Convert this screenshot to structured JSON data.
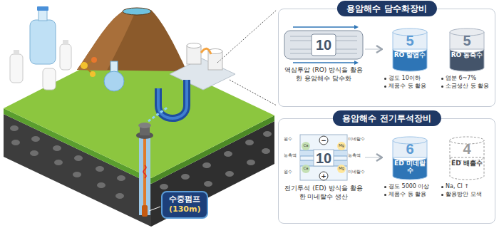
{
  "diagram": {
    "nodes": [
      {
        "text": [
          "용암해수 담수화장비"
        ]
      },
      {
        "text": [
          "10",
          "역삼투압 (RO) 방식을 활용한 용암해수 담수화"
        ],
        "in": 0
      },
      {
        "text": [
          "5",
          "RO 탈염수",
          "경도 10이하",
          "제품수 등 활용"
        ],
        "in": 0
      },
      {
        "text": [
          "5",
          "RO 농축수",
          "염분 6~7%",
          "소금생산 등 활용"
        ],
        "in": 0
      },
      {
        "text": [
          "용암해수 전기투석장비"
        ]
      },
      {
        "text": [
          "10",
          "전기투석 (ED) 방식을 활용한 미네랄수 생산"
        ],
        "in": 4
      },
      {
        "text": [
          "6",
          "ED 미네랄수",
          "경도 5000 이상",
          "제품수 등 활용"
        ],
        "in": 4
      },
      {
        "text": [
          "4",
          "ED 배출수",
          "Na, Cl ↑",
          "활용방안 모색"
        ],
        "in": 4
      },
      {
        "text": [
          "수중펌프",
          "(130m)"
        ]
      }
    ],
    "edges": [
      {
        "from": 1,
        "to": 2,
        "arrow": "to"
      },
      {
        "from": 5,
        "to": 6,
        "arrow": "to"
      }
    ],
    "labels": [
      "원수",
      "농축액",
      "원수",
      "미네랄수",
      "농축액",
      "미네랄수",
      "−",
      "+",
      "Ca",
      "Mg",
      "Ca",
      "Mg"
    ]
  }
}
